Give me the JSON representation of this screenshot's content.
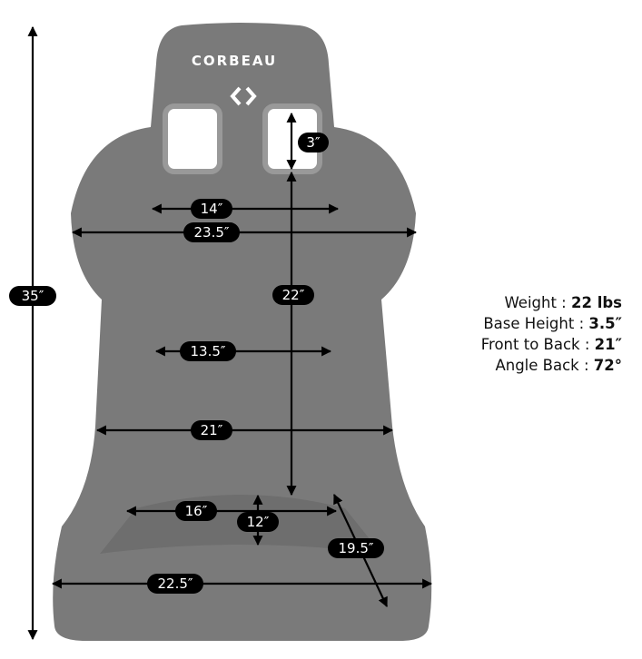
{
  "brand": "CORBEAU",
  "dimensions": {
    "overall_height": "35″",
    "harness_slot": "3″",
    "back_height": "22″",
    "upper_inner_width": "14″",
    "shoulder_width": "23.5″",
    "mid_inner_width": "13.5″",
    "hip_width": "21″",
    "seat_inner_width": "16″",
    "seat_depth_center": "12″",
    "seat_depth_side": "19.5″",
    "base_width": "22.5″"
  },
  "specs": [
    {
      "label": "Weight :",
      "value": "22 lbs"
    },
    {
      "label": "Base Height :",
      "value": "3.5″"
    },
    {
      "label": "Front to Back :",
      "value": "21″"
    },
    {
      "label": "Angle Back :",
      "value": "72°"
    }
  ],
  "colors": {
    "seat": "#7a7a7a",
    "label_bg": "#000000"
  }
}
